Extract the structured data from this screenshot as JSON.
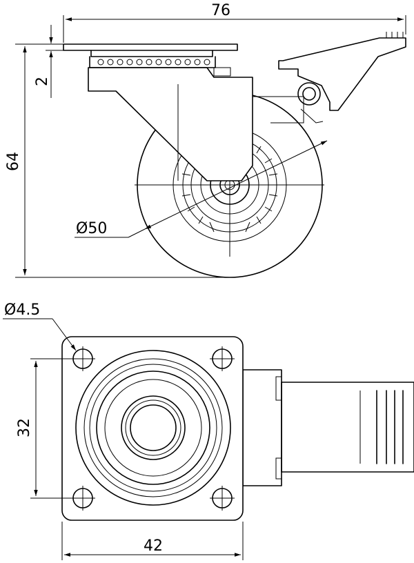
{
  "side_view": {
    "dim_width": "76",
    "dim_height": "64",
    "dim_plate": "2",
    "dim_wheel_diameter": "Ø50"
  },
  "top_view": {
    "dim_hole_diameter": "Ø4.5",
    "dim_hole_spacing": "32",
    "dim_plate_width": "42"
  }
}
